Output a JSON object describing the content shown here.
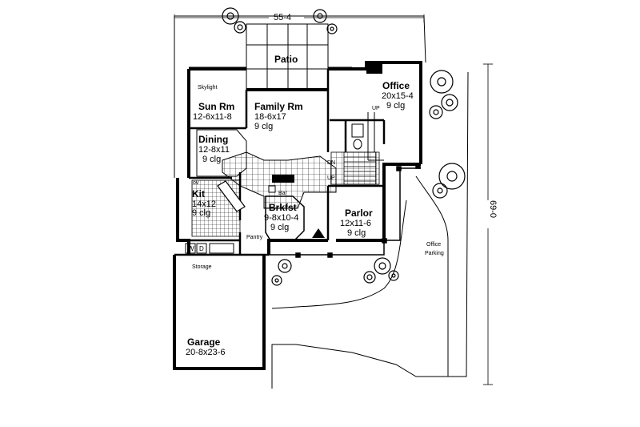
{
  "plan": {
    "overall_width": "55-4",
    "overall_depth": "69-0",
    "rooms": {
      "patio": {
        "name": "Patio"
      },
      "office": {
        "name": "Office",
        "size": "20x15-4",
        "ceiling": "9 clg"
      },
      "sun_room": {
        "name": "Sun Rm",
        "size": "12-6x11-8"
      },
      "family_room": {
        "name": "Family Rm",
        "size": "18-6x17",
        "ceiling": "9 clg"
      },
      "dining": {
        "name": "Dining",
        "size": "12-8x11",
        "ceiling": "9 clg"
      },
      "kitchen": {
        "name": "Kit",
        "size": "14x12",
        "ceiling": "9 clg"
      },
      "breakfast": {
        "name": "Brkfst",
        "size": "9-8x10-4",
        "ceiling": "9 clg"
      },
      "parlor": {
        "name": "Parlor",
        "size": "12x11-6",
        "ceiling": "9 clg"
      },
      "garage": {
        "name": "Garage",
        "size": "20-8x23-6"
      }
    },
    "small_labels": {
      "skylight": "Skylight",
      "bar": "Bar",
      "pantry": "Pantry",
      "storage": "Storage",
      "oven": "ov",
      "washer": "W",
      "dryer": "D",
      "stair_up_office": "UP",
      "stair_dn": "DN",
      "stair_up": "UP",
      "office_parking_line1": "Office",
      "office_parking_line2": "Parking"
    }
  }
}
